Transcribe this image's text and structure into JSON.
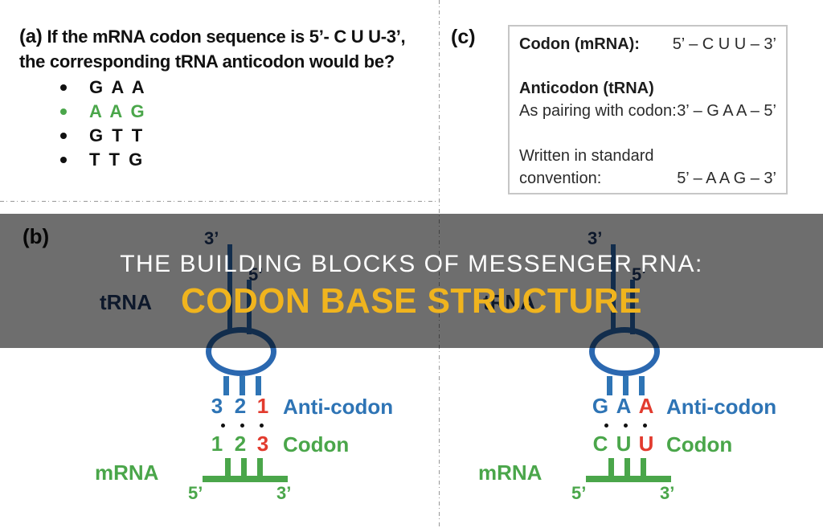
{
  "panel_a": {
    "label": "(a)",
    "question_line1": "If the mRNA codon sequence is 5’- C U U-3’,",
    "question_line2": "the corresponding tRNA anticodon would be?",
    "options": [
      {
        "text": "G A A",
        "correct": false
      },
      {
        "text": "A A G",
        "correct": true
      },
      {
        "text": "G T T",
        "correct": false
      },
      {
        "text": "T T G",
        "correct": false
      }
    ]
  },
  "panel_c": {
    "label": "(c)",
    "codon_label": "Codon (mRNA):",
    "codon_value": "5’ – C U U – 3’",
    "anticodon_label": "Anticodon (tRNA)",
    "pairing_label": "As pairing with codon:",
    "pairing_value": "3’ – G A A – 5’",
    "standard_line1": "Written in standard",
    "standard_line2": "convention:",
    "standard_value": "5’ – A A G – 3’"
  },
  "banner": {
    "line1": "THE BUILDING BLOCKS OF MESSENGER RNA:",
    "line2": "CODON BASE STRUCTURE",
    "line1_color": "#FFFFFF",
    "line2_color": "#F0B41E"
  },
  "panel_b": {
    "label": "(b)",
    "labels": {
      "trna": "tRNA",
      "mrna": "mRNA",
      "anticodon": "Anti-codon",
      "codon": "Codon",
      "three_prime": "3’",
      "five_prime": "5’"
    },
    "left": {
      "anticodon_chars": [
        "3",
        "2",
        "1"
      ],
      "codon_chars": [
        "1",
        "2",
        "3"
      ]
    },
    "right": {
      "anticodon_chars": [
        "G",
        "A",
        "A"
      ],
      "codon_chars": [
        "C",
        "U",
        "U"
      ]
    }
  },
  "colors": {
    "structure_blue": "#2B68B0",
    "label_blue": "#2E74B5",
    "navy": "#1F3864",
    "green": "#4AA64A",
    "red": "#E23B2E",
    "banner_yellow": "#F0B41E",
    "banner_white": "#FFFFFF"
  }
}
